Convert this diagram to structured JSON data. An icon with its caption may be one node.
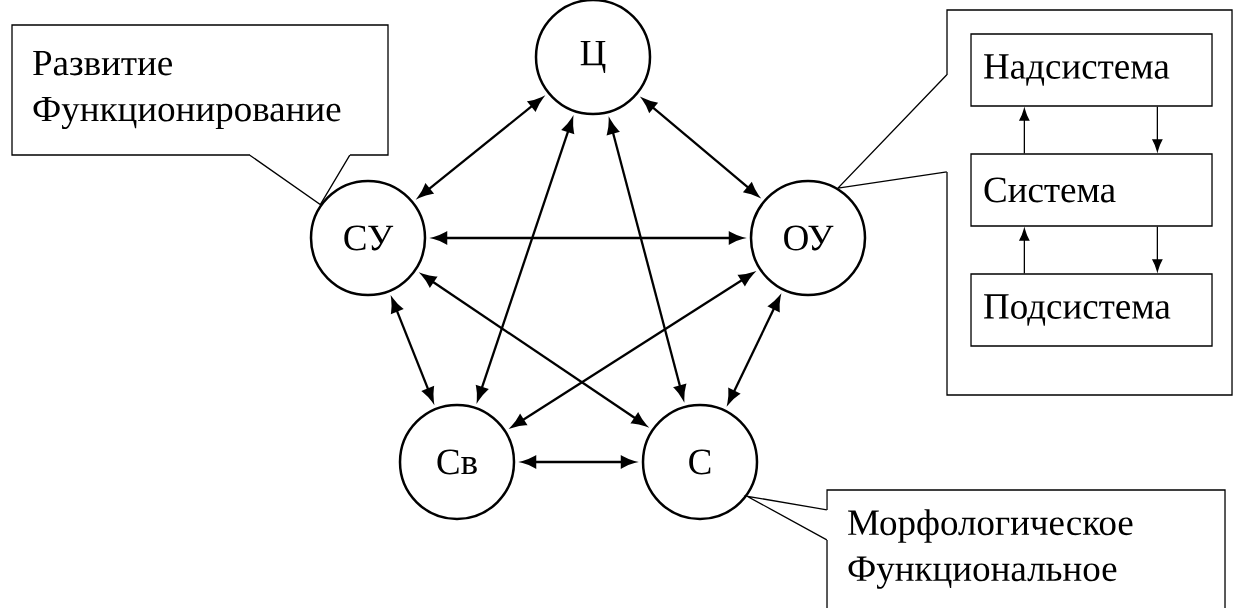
{
  "diagram": {
    "nodes": [
      {
        "text": [
          "Ц"
        ]
      },
      {
        "text": [
          "СУ"
        ]
      },
      {
        "text": [
          "ОУ"
        ]
      },
      {
        "text": [
          "Св"
        ]
      },
      {
        "text": [
          "С"
        ]
      },
      {
        "text": [
          "Развитие",
          "Функционирование"
        ]
      },
      {
        "text": [
          "Морфологическое",
          "Функциональное"
        ]
      },
      {
        "text": [],
        "shape": "box"
      },
      {
        "text": [
          "Надсистема"
        ],
        "in": 7
      },
      {
        "text": [
          "Система"
        ],
        "in": 7
      },
      {
        "text": [
          "Подсистема"
        ],
        "in": 7
      }
    ],
    "edges": [
      {
        "from": 0,
        "to": 1,
        "arrow": "both"
      },
      {
        "from": 0,
        "to": 2,
        "arrow": "both"
      },
      {
        "from": 0,
        "to": 3,
        "arrow": "both"
      },
      {
        "from": 0,
        "to": 4,
        "arrow": "both"
      },
      {
        "from": 1,
        "to": 2,
        "arrow": "both"
      },
      {
        "from": 1,
        "to": 3,
        "arrow": "both"
      },
      {
        "from": 1,
        "to": 4,
        "arrow": "both"
      },
      {
        "from": 2,
        "to": 3,
        "arrow": "both"
      },
      {
        "from": 2,
        "to": 4,
        "arrow": "both"
      },
      {
        "from": 3,
        "to": 4,
        "arrow": "both"
      },
      {
        "from": 5,
        "to": 1,
        "arrow": "none"
      },
      {
        "from": 6,
        "to": 4,
        "arrow": "none"
      },
      {
        "from": 7,
        "to": 2,
        "arrow": "none"
      },
      {
        "from": 9,
        "to": 8,
        "arrow": "to"
      },
      {
        "from": 8,
        "to": 9,
        "arrow": "to"
      },
      {
        "from": 10,
        "to": 9,
        "arrow": "to"
      },
      {
        "from": 9,
        "to": 10,
        "arrow": "to"
      }
    ]
  }
}
